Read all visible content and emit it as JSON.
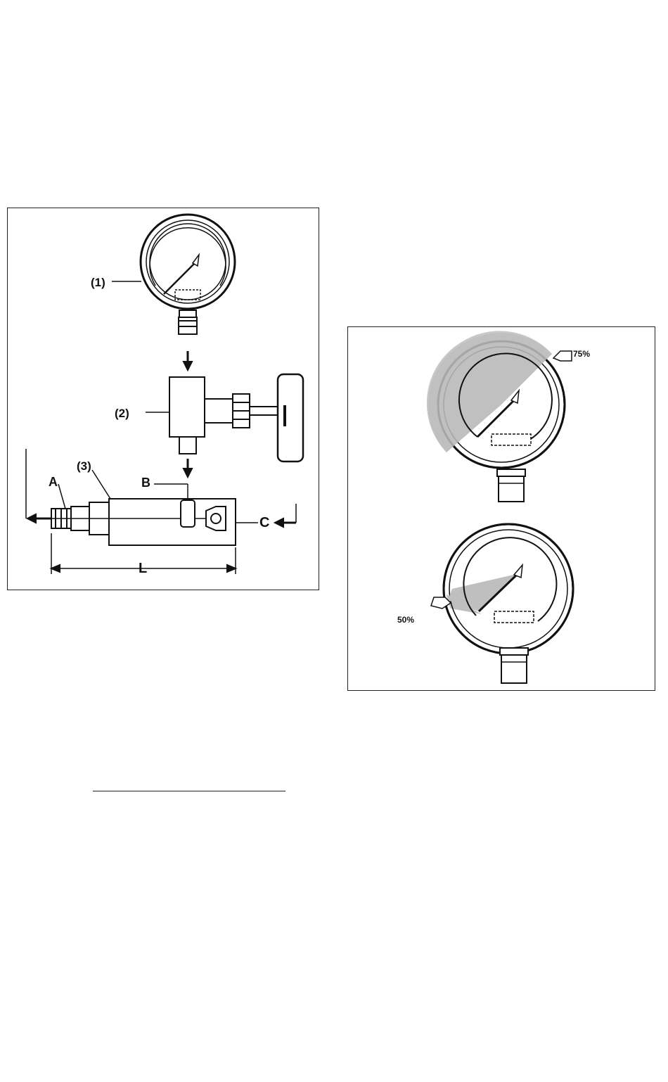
{
  "left_diagram": {
    "label_1": "(1)",
    "label_2": "(2)",
    "label_3": "(3)",
    "label_a": "A",
    "label_b": "B",
    "label_c": "C",
    "label_l": "L"
  },
  "right_diagram": {
    "top_gauge_label": "75%",
    "bottom_gauge_label": "50%"
  },
  "colors": {
    "line": "#111111",
    "shade": "#bfbfbf"
  }
}
